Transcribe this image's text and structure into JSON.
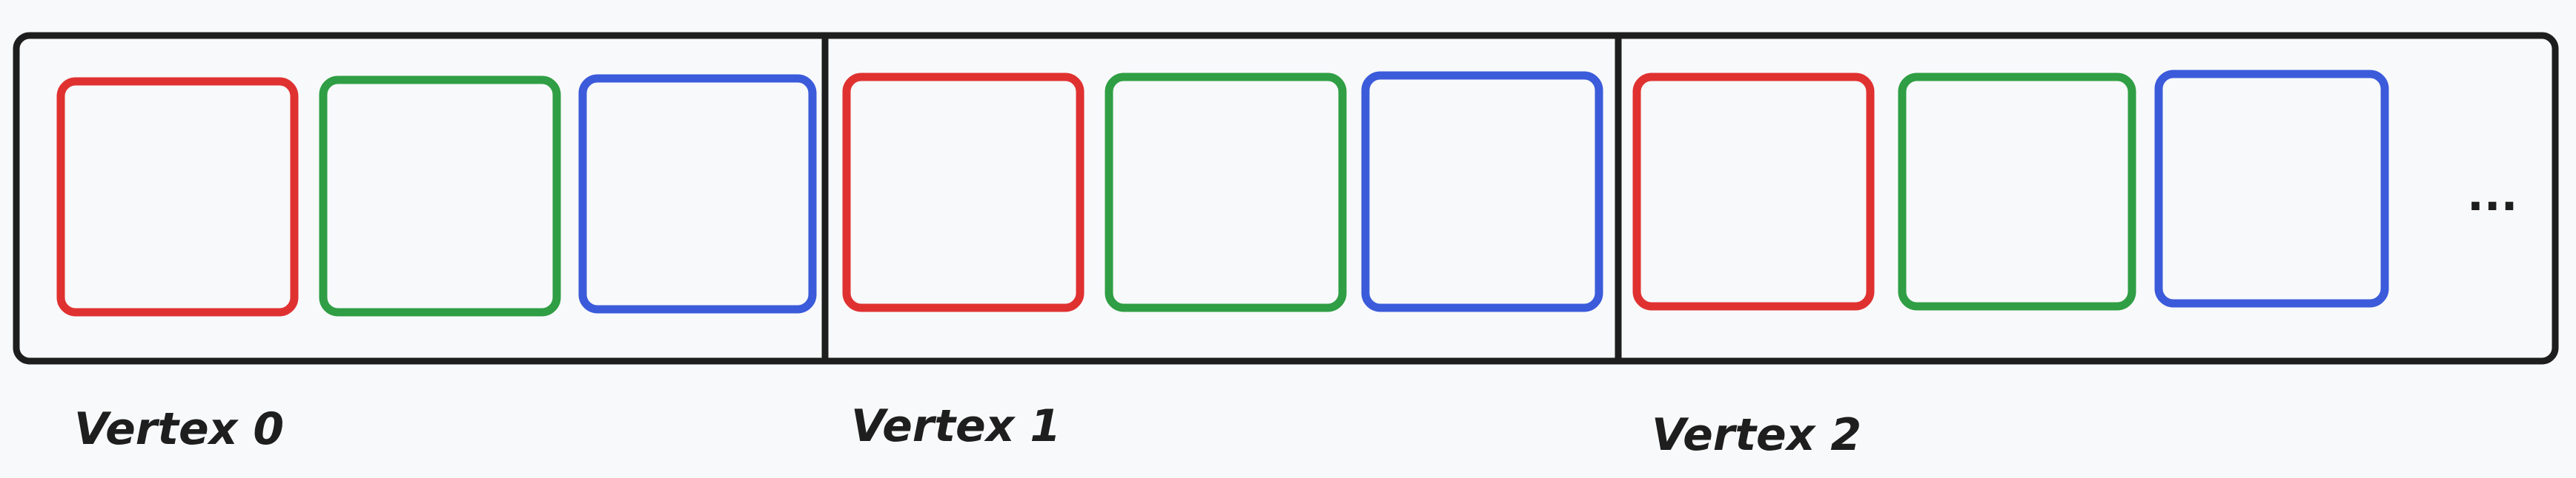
{
  "colors": {
    "background": "#f8f9fa",
    "outline": "#1e1e1e",
    "red": "#e03131",
    "green": "#2f9e44",
    "blue": "#3b5bdb"
  },
  "vertices": [
    {
      "label": "Vertex 0",
      "slots": [
        {
          "color_name": "red"
        },
        {
          "color_name": "green"
        },
        {
          "color_name": "blue"
        }
      ]
    },
    {
      "label": "Vertex 1",
      "slots": [
        {
          "color_name": "red"
        },
        {
          "color_name": "green"
        },
        {
          "color_name": "blue"
        }
      ]
    },
    {
      "label": "Vertex 2",
      "slots": [
        {
          "color_name": "red"
        },
        {
          "color_name": "green"
        },
        {
          "color_name": "blue"
        }
      ]
    }
  ],
  "continuation": "..."
}
